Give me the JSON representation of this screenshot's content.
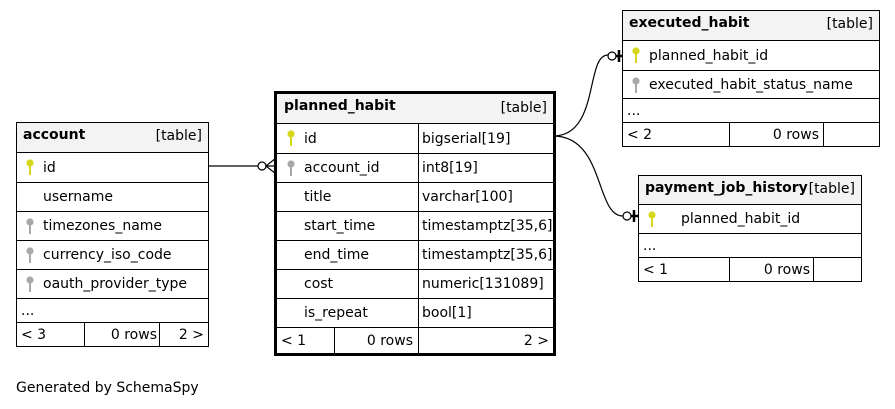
{
  "tables": {
    "account": {
      "name": "account",
      "type": "[table]",
      "columns": [
        "id",
        "username",
        "timezones_name",
        "currency_iso_code",
        "oauth_provider_type"
      ],
      "more": "...",
      "footer": {
        "prev": "< 3",
        "rows": "0 rows",
        "next": "2 >"
      }
    },
    "planned_habit": {
      "name": "planned_habit",
      "type": "[table]",
      "columns": [
        {
          "name": "id",
          "type": "bigserial[19]"
        },
        {
          "name": "account_id",
          "type": "int8[19]"
        },
        {
          "name": "title",
          "type": "varchar[100]"
        },
        {
          "name": "start_time",
          "type": "timestamptz[35,6]"
        },
        {
          "name": "end_time",
          "type": "timestamptz[35,6]"
        },
        {
          "name": "cost",
          "type": "numeric[131089]"
        },
        {
          "name": "is_repeat",
          "type": "bool[1]"
        }
      ],
      "footer": {
        "prev": "< 1",
        "rows": "0 rows",
        "next": "2 >"
      }
    },
    "executed_habit": {
      "name": "executed_habit",
      "type": "[table]",
      "columns": [
        "planned_habit_id",
        "executed_habit_status_name"
      ],
      "more": "...",
      "footer": {
        "prev": "< 2",
        "rows": "0 rows"
      }
    },
    "payment_job_history": {
      "name": "payment_job_history",
      "type": "[table]",
      "columns": [
        "planned_habit_id"
      ],
      "more": "...",
      "footer": {
        "prev": "< 1",
        "rows": "0 rows"
      }
    }
  },
  "colors": {
    "primary_key": "#d6d61a",
    "foreign_key": "#a8a8a8",
    "header_bg": "#f3f3f3"
  },
  "generated_by": "Generated by SchemaSpy"
}
